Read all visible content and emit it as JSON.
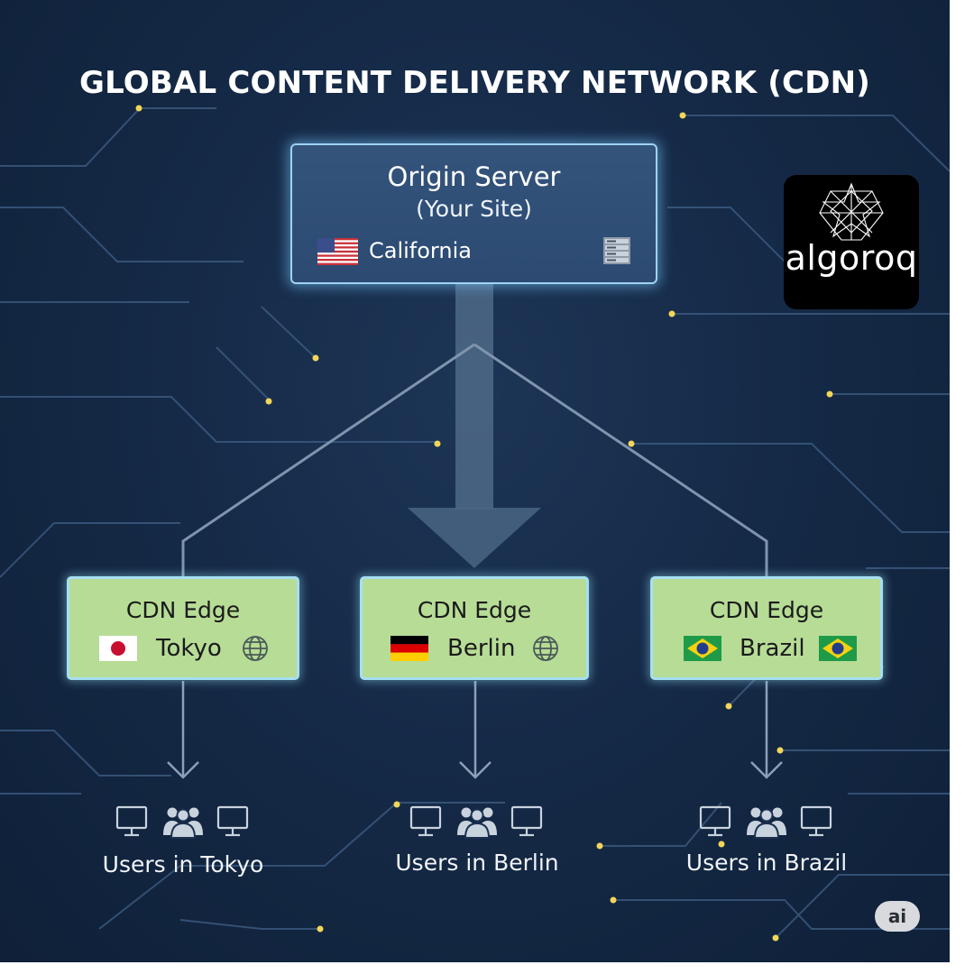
{
  "title": "GLOBAL CONTENT DELIVERY NETWORK (CDN)",
  "origin": {
    "title": "Origin Server",
    "subtitle": "(Your Site)",
    "location": "California",
    "flag_icon": "us-flag-icon",
    "server_icon": "server-rack-icon"
  },
  "edges": [
    {
      "title": "CDN Edge",
      "city": "Tokyo",
      "flag_icon": "japan-flag-icon",
      "trailing_icon": "globe-icon"
    },
    {
      "title": "CDN Edge",
      "city": "Berlin",
      "flag_icon": "germany-flag-icon",
      "trailing_icon": "globe-icon"
    },
    {
      "title": "CDN Edge",
      "city": "Brazil",
      "flag_icon": "brazil-flag-icon",
      "trailing_icon": "brazil-flag-icon"
    }
  ],
  "users": [
    {
      "label": "Users in Tokyo",
      "icons": [
        "monitor-icon",
        "users-group-icon",
        "monitor-icon"
      ]
    },
    {
      "label": "Users in Berlin",
      "icons": [
        "monitor-icon",
        "users-group-icon",
        "monitor-icon"
      ]
    },
    {
      "label": "Users in Brazil",
      "icons": [
        "monitor-icon",
        "users-group-icon",
        "monitor-icon"
      ]
    }
  ],
  "logo": {
    "text": "algoroq",
    "icon": "geometric-star-icon"
  },
  "badge": {
    "text": "ai"
  },
  "colors": {
    "background": "#152a47",
    "origin_fill": "#2f4d75",
    "origin_border": "#9ed3f5",
    "edge_fill": "#b7dc96",
    "edge_border": "#a6dff2",
    "node_dot": "#f2d65a"
  }
}
